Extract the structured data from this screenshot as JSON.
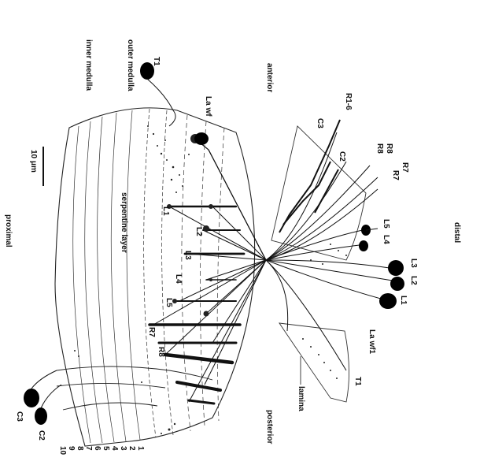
{
  "figure": {
    "orientation_labels": {
      "anterior": "anterior",
      "posterior": "posterior",
      "distal": "distal",
      "proximal": "proximal"
    },
    "region_labels": {
      "outer_medulla": "outer medulla",
      "inner_medulla": "inner medulla",
      "serpentine_layer": "serpentine layer",
      "lamina": "lamina"
    },
    "scale_bar": "10 μm",
    "layer_numbers": [
      "1",
      "2",
      "3",
      "4",
      "5",
      "6",
      "7",
      "8",
      "9",
      "10"
    ],
    "retina_labels": {
      "r1_6": "R1-6",
      "r8_top": "R8",
      "r8_mid": "R8",
      "r7_top": "R7",
      "r7_mid": "R7"
    },
    "lamina_cell_labels": {
      "l1": "L1",
      "l2": "L2",
      "l3": "L3",
      "l4": "L4",
      "l5": "L5",
      "c2": "C2",
      "c3": "C3",
      "t1": "T1",
      "lawf1": "La wf1"
    },
    "medulla_labels": {
      "t1": "T1",
      "lawf": "La wf",
      "l1": "L1",
      "l2": "L2",
      "l3": "L3",
      "l4": "L4",
      "l5": "L5",
      "r7": "R7",
      "r8": "R8",
      "c2": "C2",
      "c3": "C3"
    }
  }
}
